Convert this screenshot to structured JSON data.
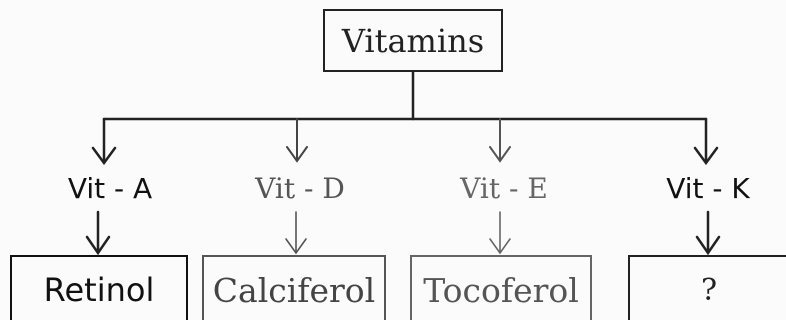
{
  "root": {
    "label": "Vitamins"
  },
  "branches": [
    {
      "vitamin": "Vit - A",
      "compound": "Retinol"
    },
    {
      "vitamin": "Vit - D",
      "compound": "Calciferol"
    },
    {
      "vitamin": "Vit - E",
      "compound": "Tocoferol"
    },
    {
      "vitamin": "Vit - K",
      "compound": "?"
    }
  ]
}
